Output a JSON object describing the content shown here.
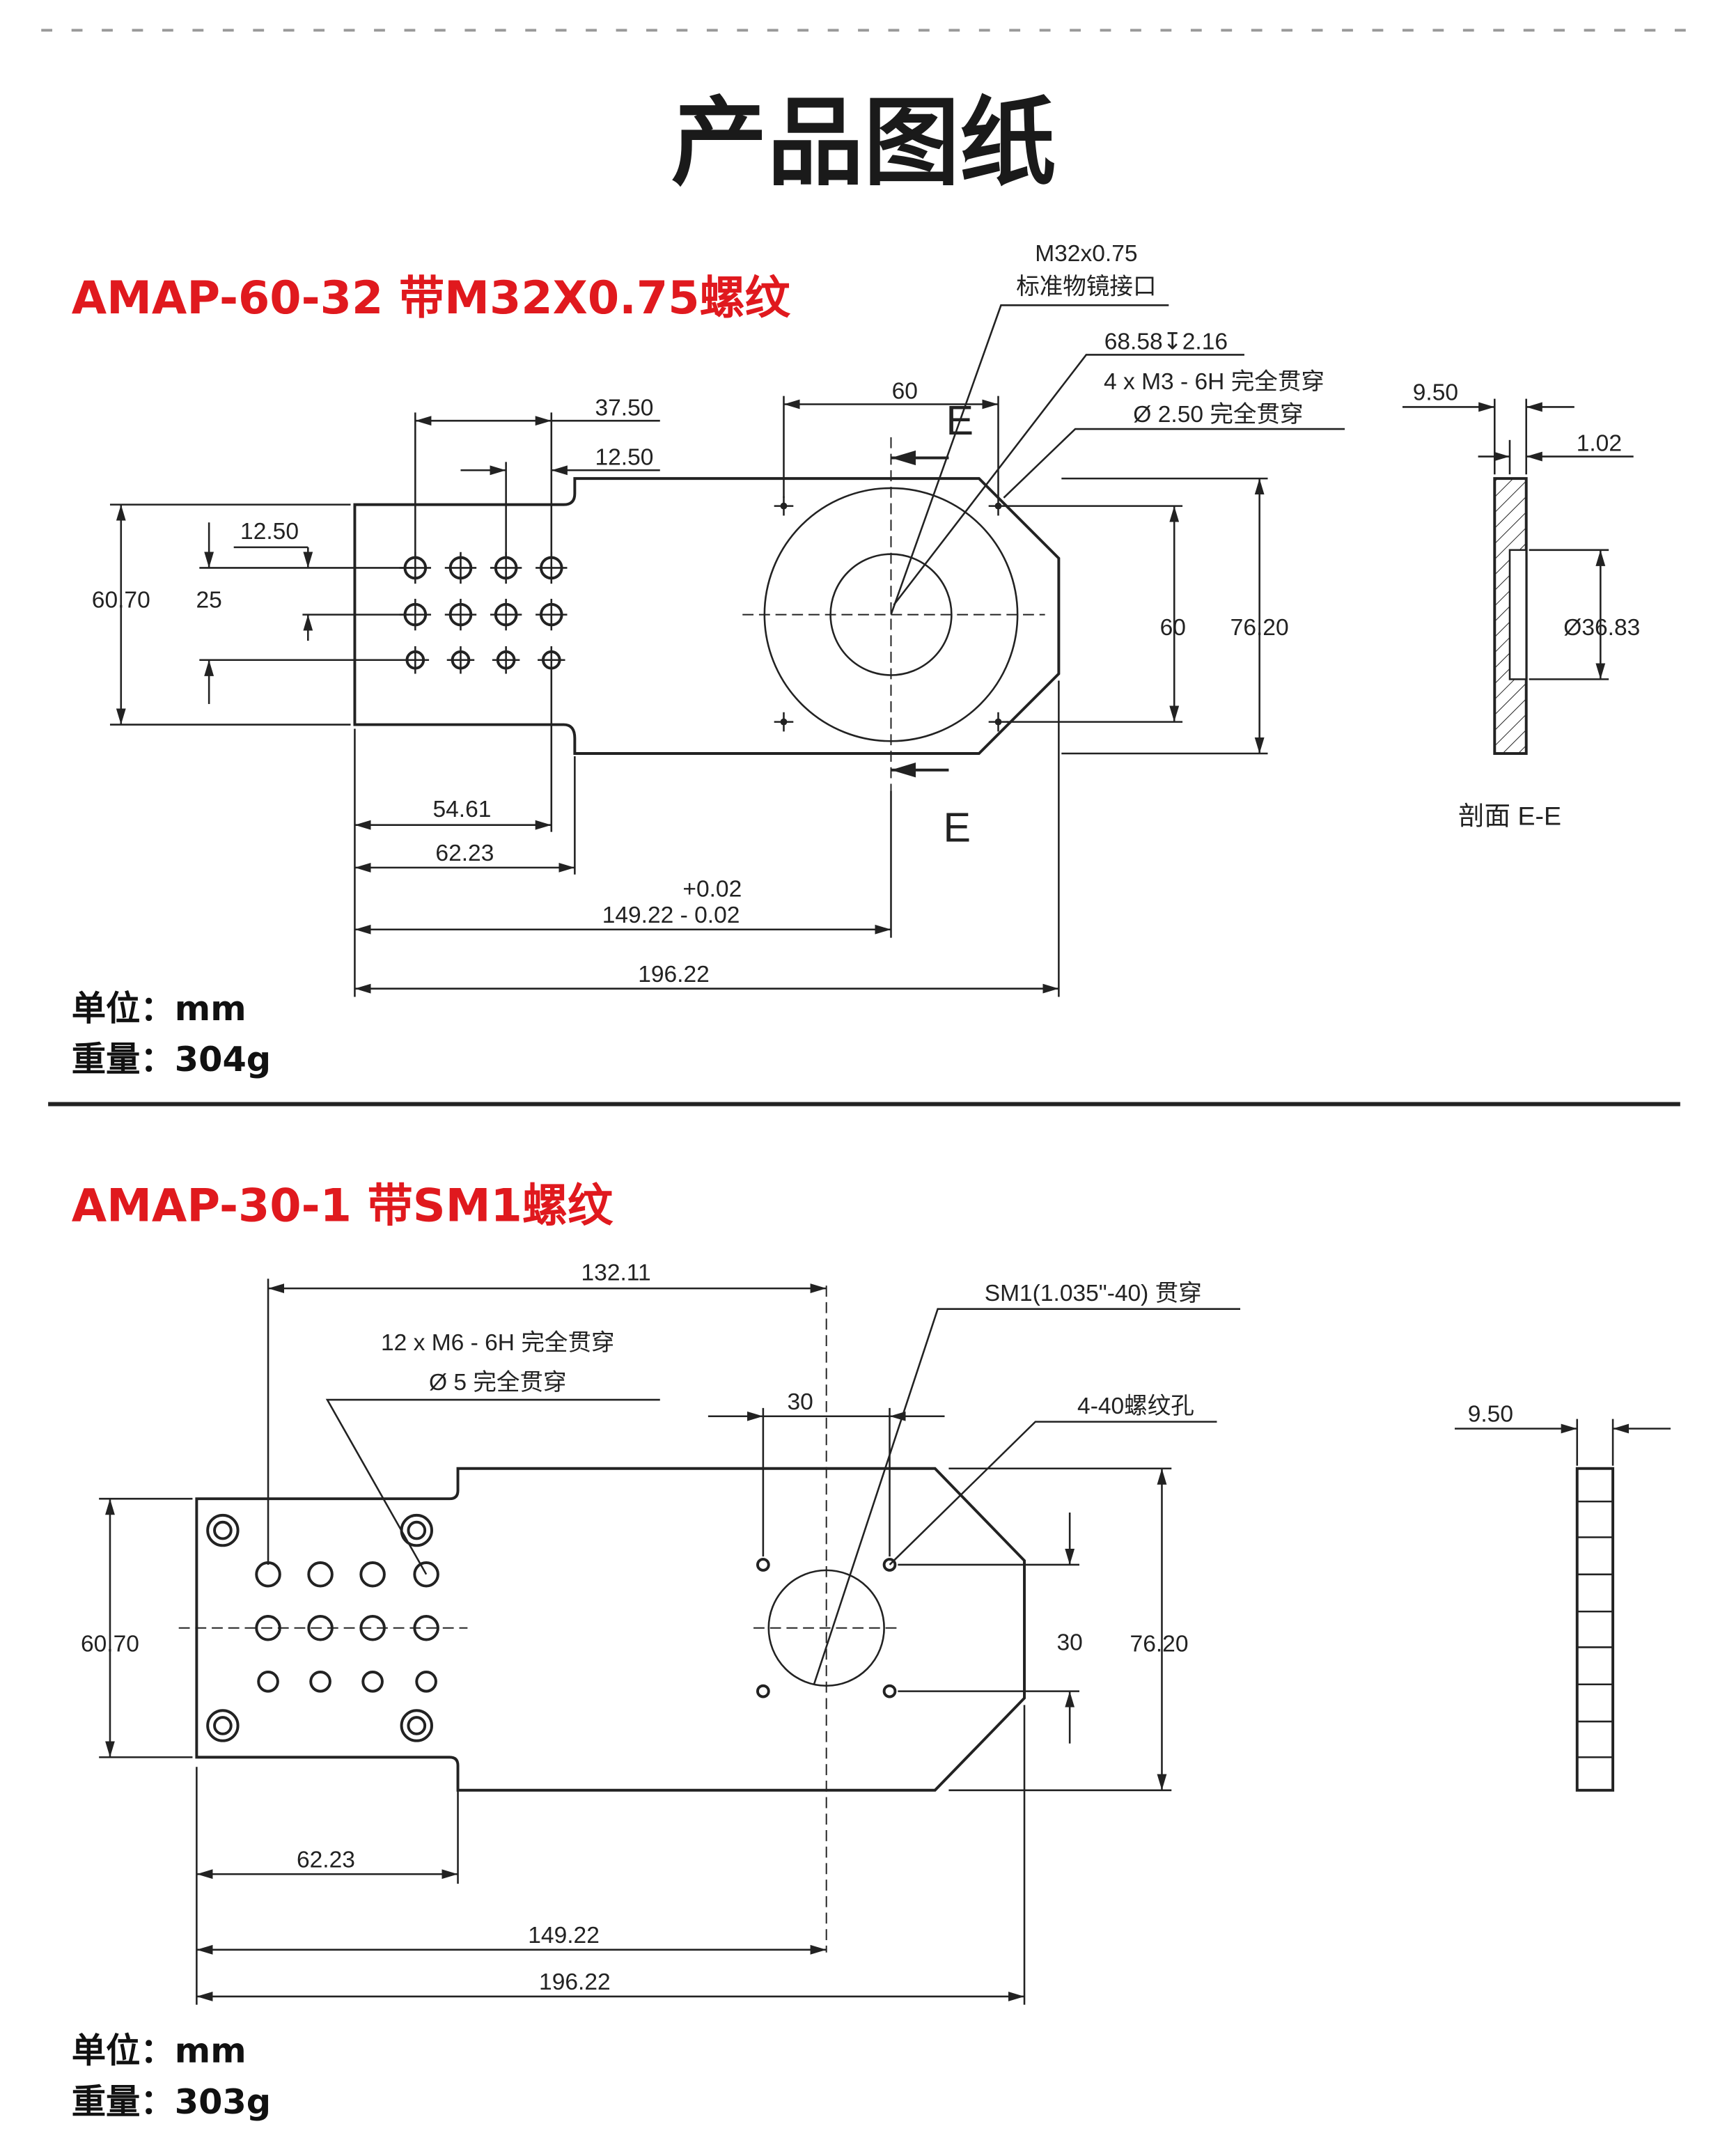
{
  "title": "产品图纸",
  "sections": [
    {
      "heading": "AMAP-60-32 带M32X0.75螺纹",
      "unit": "单位：mm",
      "weight": "重量：304g",
      "callouts": {
        "thread_line1": "M32x0.75",
        "thread_line2": "标准物镜接口",
        "counterbore": "68.58↧2.16",
        "holes_line1": "4 x  M3 - 6H 完全贯穿",
        "holes_line2": "Ø 2.50 完全贯穿"
      },
      "dims": {
        "d37_50": "37.50",
        "d12_50_top": "12.50",
        "d12_50_left": "12.50",
        "d60_70": "60.70",
        "d25": "25",
        "d60_h": "60",
        "d60_v": "60",
        "d76_20": "76.20",
        "d54_61": "54.61",
        "d62_23": "62.23",
        "tol_plus": "+0.02",
        "d149_22": "149.22  - 0.02",
        "d196_22": "196.22",
        "side_9_50": "9.50",
        "side_1_02": "1.02",
        "side_dia": "Ø36.83"
      },
      "section_mark": "E",
      "section_label": "剖面 E-E"
    },
    {
      "heading": "AMAP-30-1 带SM1螺纹",
      "unit": "单位：mm",
      "weight": "重量：303g",
      "callouts": {
        "holes_line1": "12 x  M6 - 6H 完全贯穿",
        "holes_line2": "Ø 5 完全贯穿",
        "sm1": "SM1(1.035\"-40) 贯穿",
        "thread_hole": "4-40螺纹孔"
      },
      "dims": {
        "d132_11": "132.11",
        "d30_h": "30",
        "d60_70": "60.70",
        "d30_v": "30",
        "d76_20": "76.20",
        "d62_23": "62.23",
        "d149_22": "149.22",
        "d196_22": "196.22",
        "side_9_50": "9.50"
      }
    }
  ],
  "colors": {
    "heading": "#e0191e",
    "line": "#222222"
  }
}
